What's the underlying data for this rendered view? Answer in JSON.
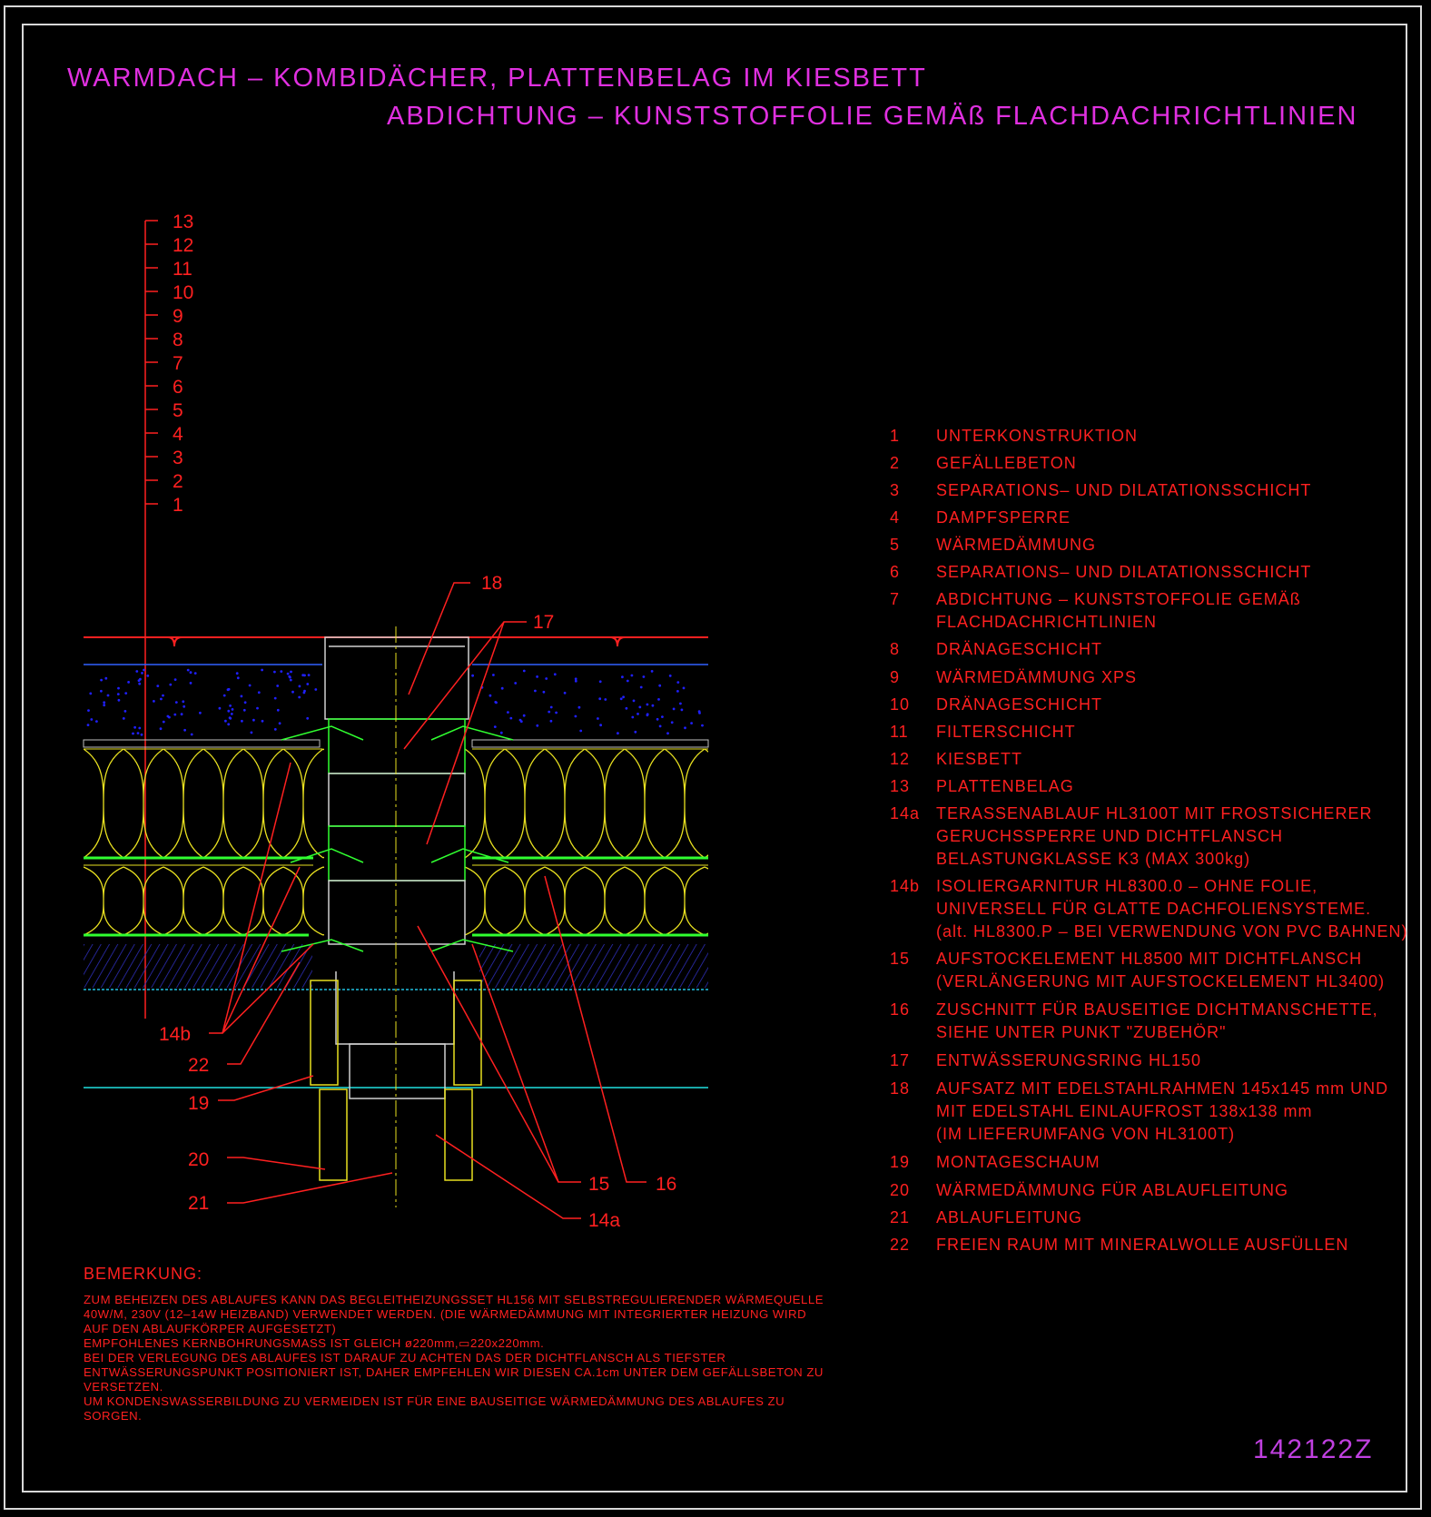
{
  "titles": {
    "line1": "WARMDACH – KOMBIDÄCHER, PLATTENBELAG IM KIESBETT",
    "line2": "ABDICHTUNG – KUNSTSTOFFOLIE GEMÄß FLACHDACHRICHTLINIEN"
  },
  "layer_scale": [
    "13",
    "12",
    "11",
    "10",
    "9",
    "8",
    "7",
    "6",
    "5",
    "4",
    "3",
    "2",
    "1"
  ],
  "callouts": {
    "c18": "18",
    "c17": "17",
    "c14b": "14b",
    "c22": "22",
    "c19": "19",
    "c20": "20",
    "c21": "21",
    "c15": "15",
    "c16": "16",
    "c14a": "14a"
  },
  "legend": [
    {
      "num": "1",
      "text": "UNTERKONSTRUKTION"
    },
    {
      "num": "2",
      "text": "GEFÄLLEBETON"
    },
    {
      "num": "3",
      "text": "SEPARATIONS– UND DILATATIONSSCHICHT"
    },
    {
      "num": "4",
      "text": "DAMPFSPERRE"
    },
    {
      "num": "5",
      "text": "WÄRMEDÄMMUNG"
    },
    {
      "num": "6",
      "text": "SEPARATIONS– UND DILATATIONSSCHICHT"
    },
    {
      "num": "7",
      "text": "ABDICHTUNG – KUNSTSTOFFOLIE GEMÄß\nFLACHDACHRICHTLINIEN"
    },
    {
      "num": "8",
      "text": "DRÄNAGESCHICHT"
    },
    {
      "num": "9",
      "text": "WÄRMEDÄMMUNG XPS"
    },
    {
      "num": "10",
      "text": "DRÄNAGESCHICHT"
    },
    {
      "num": "11",
      "text": "FILTERSCHICHT"
    },
    {
      "num": "12",
      "text": "KIESBETT"
    },
    {
      "num": "13",
      "text": "PLATTENBELAG"
    },
    {
      "num": "14a",
      "text": "TERASSENABLAUF HL3100T MIT FROSTSICHERER\nGERUCHSSPERRE UND DICHTFLANSCH\nBELASTUNGKLASSE K3 (MAX 300kg)"
    },
    {
      "num": "14b",
      "text": "ISOLIERGARNITUR HL8300.0 – OHNE FOLIE,\nUNIVERSELL FÜR GLATTE DACHFOLIENSYSTEME.\n(alt. HL8300.P – BEI VERWENDUNG VON PVC BAHNEN)"
    },
    {
      "num": "15",
      "text": "AUFSTOCKELEMENT HL8500 MIT DICHTFLANSCH\n(VERLÄNGERUNG MIT AUFSTOCKELEMENT HL3400)"
    },
    {
      "num": "16",
      "text": "ZUSCHNITT FÜR BAUSEITIGE DICHTMANSCHETTE,\nSIEHE UNTER PUNKT \"ZUBEHÖR\""
    },
    {
      "num": "17",
      "text": "ENTWÄSSERUNGSRING HL150"
    },
    {
      "num": "18",
      "text": "AUFSATZ MIT EDELSTAHLRAHMEN 145x145 mm UND\nMIT EDELSTAHL EINLAUFROST 138x138 mm\n(IM LIEFERUMFANG VON HL3100T)"
    },
    {
      "num": "19",
      "text": "MONTAGESCHAUM"
    },
    {
      "num": "20",
      "text": "WÄRMEDÄMMUNG FÜR ABLAUFLEITUNG"
    },
    {
      "num": "21",
      "text": "ABLAUFLEITUNG"
    },
    {
      "num": "22",
      "text": "FREIEN RAUM MIT MINERALWOLLE AUSFÜLLEN"
    }
  ],
  "remark": {
    "title": "BEMERKUNG:",
    "body": "ZUM BEHEIZEN DES ABLAUFES KANN DAS BEGLEITHEIZUNGSSET HL156 MIT SELBSTREGULIERENDER WÄRMEQUELLE\n40W/M, 230V (12–14W HEIZBAND) VERWENDET WERDEN. (DIE WÄRMEDÄMMUNG MIT INTEGRIERTER HEIZUNG WIRD\nAUF DEN ABLAUFKÖRPER AUFGESETZT)\nEMPFOHLENES KERNBOHRUNGSMASS IST GLEICH ø220mm,▭220x220mm.\nBEI DER VERLEGUNG DES ABLAUFES IST DARAUF ZU ACHTEN DAS DER DICHTFLANSCH ALS TIEFSTER\nENTWÄSSERUNGSPUNKT POSITIONIERT IST, DAHER EMPFEHLEN WIR DIESEN CA.1cm UNTER DEM GEFÄLLSBETON ZU\nVERSETZEN.\nUM KONDENSWASSERBILDUNG ZU VERMEIDEN IST FÜR EINE BAUSEITIGE WÄRMEDÄMMUNG DES ABLAUFES ZU\nSORGEN."
  },
  "drawing_number": "142122Z",
  "colors": {
    "title": "#e030e0",
    "text": "#ff2020",
    "insulation": "#e8e020",
    "drain": "#30ff30",
    "gravel": "#2020ff",
    "concrete": "#3030c0",
    "water_line": "#20e0e0",
    "frame": "#d8d8d8"
  }
}
